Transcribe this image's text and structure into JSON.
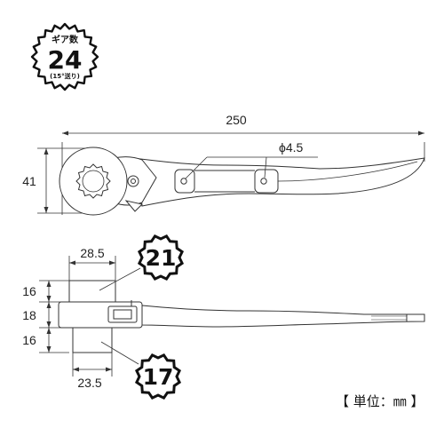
{
  "badge": {
    "label": "ギア数",
    "gear_count": "24",
    "swing_note": "(15°送り)"
  },
  "dimensions": {
    "overall_length": "250",
    "head_height": "41",
    "hole_diameter": "ϕ4.5",
    "big_head_width": "28.5",
    "small_head_width": "23.5",
    "upper_thickness": "16",
    "middle_thickness": "18",
    "lower_thickness": "16"
  },
  "socket_sizes": {
    "large": "21",
    "small": "17"
  },
  "unit_note": "【 単位：㎜ 】",
  "colors": {
    "line": "#333333",
    "tool_fill": "#ffffff",
    "badge_fill": "#ffffff"
  }
}
